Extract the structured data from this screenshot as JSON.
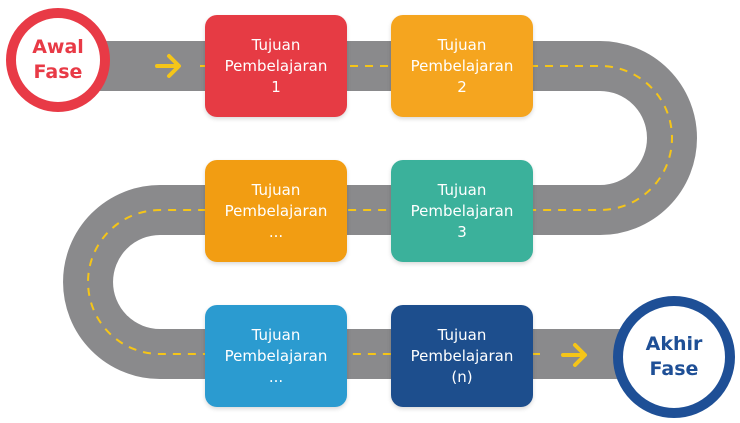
{
  "start": {
    "line1": "Awal",
    "line2": "Fase",
    "color": "#e83a46"
  },
  "end": {
    "line1": "Akhir",
    "line2": "Fase",
    "color": "#1e4f96"
  },
  "road": {
    "color": "#8a8a8c",
    "dash_color": "#f5c518",
    "arrow_color": "#f5c518"
  },
  "steps": [
    {
      "line1": "Tujuan",
      "line2": "Pembelajaran",
      "line3": "1",
      "color": "#e63b44"
    },
    {
      "line1": "Tujuan",
      "line2": "Pembelajaran",
      "line3": "2",
      "color": "#f5a51f"
    },
    {
      "line1": "Tujuan",
      "line2": "Pembelajaran",
      "line3": "3",
      "color": "#3bb19b"
    },
    {
      "line1": "Tujuan",
      "line2": "Pembelajaran",
      "line3": "...",
      "color": "#f29d12"
    },
    {
      "line1": "Tujuan",
      "line2": "Pembelajaran",
      "line3": "...",
      "color": "#2b9bd0"
    },
    {
      "line1": "Tujuan",
      "line2": "Pembelajaran",
      "line3": "(n)",
      "color": "#1d4e8d"
    }
  ]
}
